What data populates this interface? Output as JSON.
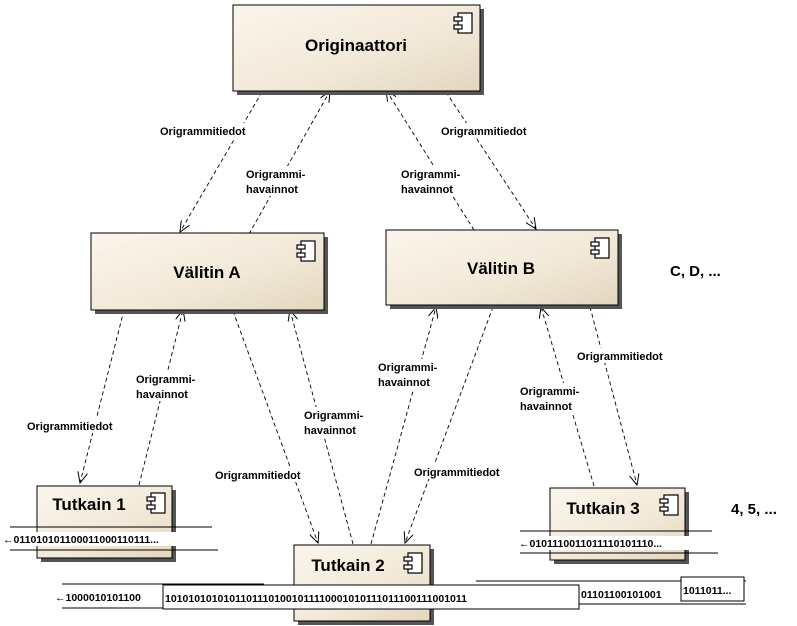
{
  "components": {
    "originator": "Originaattori",
    "broker_a": "Välitin A",
    "broker_b": "Välitin B",
    "sensor_1": "Tutkain 1",
    "sensor_2": "Tutkain 2",
    "sensor_3": "Tutkain 3"
  },
  "more_brokers": "C, D, ...",
  "more_sensors": "4, 5, ...",
  "edge_labels": {
    "metadata": "Origrammitiedot",
    "observations_line1": "Origrammi-",
    "observations_line2": "havainnot"
  },
  "bitstreams": {
    "sensor_1": "←011010101100011000110111...",
    "sensor_3": "←0101110011011110101110...",
    "sensor_2_left": "←1000010101100",
    "sensor_2_main": "10101010101011011101001011110001010111011100111001011",
    "sensor_2_right_a": "01101100101001",
    "sensor_2_right_b": "1011011..."
  },
  "colors": {
    "box_fill_light": "#fbf6ec",
    "box_fill_dark": "#e7dbc5",
    "box_border": "#000000"
  }
}
